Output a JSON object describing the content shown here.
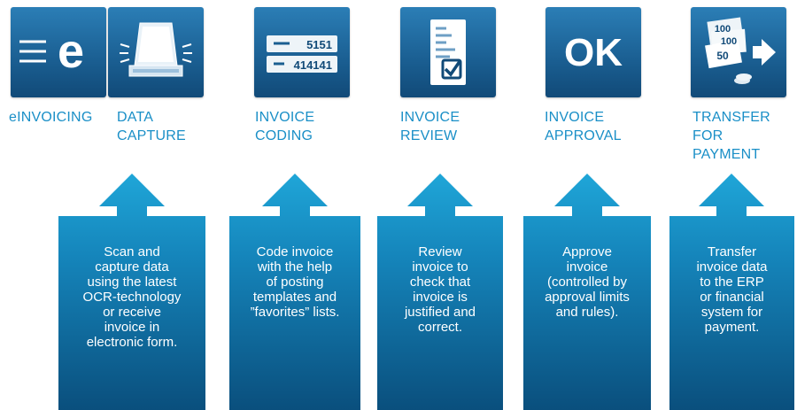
{
  "steps": [
    {
      "label": "eINVOICING",
      "icon": "e-letter-icon"
    },
    {
      "label": "DATA\nCAPTURE",
      "icon": "scanner-icon"
    },
    {
      "label": "INVOICE\nCODING",
      "icon": "code-fields-icon"
    },
    {
      "label": "INVOICE\nREVIEW",
      "icon": "document-check-icon"
    },
    {
      "label": "INVOICE\nAPPROVAL",
      "icon": "ok-icon"
    },
    {
      "label": "TRANSFER\nFOR\nPAYMENT",
      "icon": "money-transfer-icon"
    }
  ],
  "icon_text": {
    "e": "e",
    "code_top": "5151",
    "code_bottom": "414141",
    "ok": "OK",
    "bill_1": "100",
    "bill_2": "100",
    "bill_3": "50"
  },
  "descriptions": [
    "Scan and\ncapture data\nusing the latest\nOCR-technology\nor receive\ninvoice in\nelectronic form.",
    "Code invoice\nwith the help\nof posting\ntemplates and\n”favorites” lists.",
    "Review\ninvoice to\ncheck that\ninvoice is\njustified and\ncorrect.",
    "Approve\ninvoice\n(controlled by\napproval limits\nand rules).",
    "Transfer\ninvoice data\nto the ERP\nor financial\nsystem for\npayment."
  ],
  "colors": {
    "tile": "#1a5e91",
    "label": "#1a8fc7",
    "panel_top": "#1e9fd3",
    "panel_bottom": "#0d5a88"
  }
}
